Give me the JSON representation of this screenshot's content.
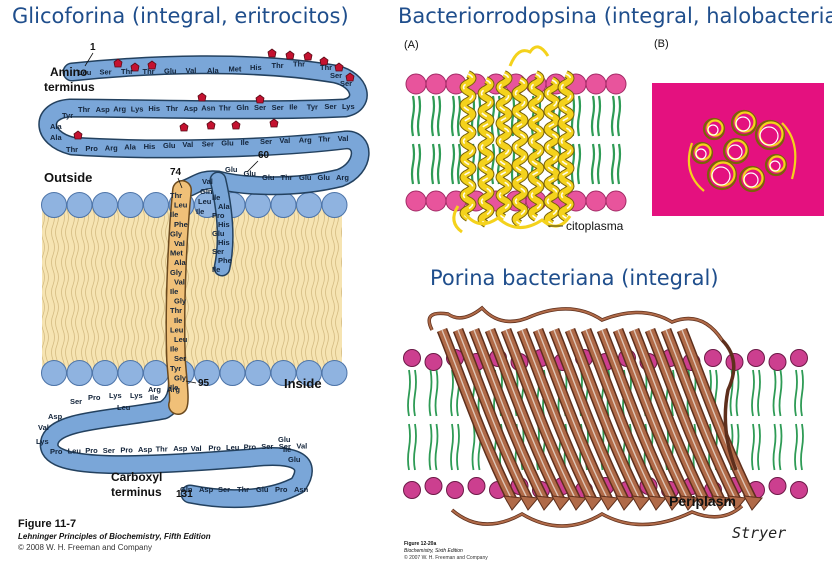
{
  "titles": {
    "glycophorin": "Glicoforina (integral, eritrocitos)",
    "bacteriorhodopsin": "Bacteriorrodopsina (integral, halobacteria)",
    "porin": "Porina bacteriana (integral)"
  },
  "glycophorin": {
    "labels": {
      "amino_terminus_1": "Amino",
      "amino_terminus_2": "terminus",
      "carboxyl_terminus_1": "Carboxyl",
      "carboxyl_terminus_2": "terminus",
      "outside": "Outside",
      "inside": "Inside"
    },
    "numbers": {
      "n1": "1",
      "n60": "60",
      "n74": "74",
      "n95": "95",
      "n131": "131"
    },
    "residues": {
      "r1": [
        "Leu",
        "Ser",
        "Thr",
        "Thr",
        "Glu",
        "Val",
        "Ala",
        "Met",
        "His",
        "Thr",
        "Thr",
        "Thr",
        "Ser",
        "Ser"
      ],
      "r2": [
        "Tyr",
        "Thr",
        "Asp",
        "Arg",
        "Lys",
        "His",
        "Thr",
        "Asp",
        "Asn",
        "Thr",
        "Gln",
        "Ser",
        "Ser",
        "Ile",
        "Tyr",
        "Ser",
        "Lys"
      ],
      "r3": [
        "Ala",
        "Ala",
        "Thr",
        "Pro",
        "Arg",
        "Ala",
        "His",
        "Glu",
        "Val",
        "Ser",
        "Glu",
        "Ile",
        "Ser",
        "Val",
        "Arg",
        "Thr",
        "Val"
      ],
      "r4": [
        "Arg",
        "Glu",
        "Glu",
        "Thr",
        "Glu",
        "Glu",
        "Glu",
        "Val",
        "Gln",
        "Leu",
        "Ile"
      ],
      "tm": [
        "Thr",
        "Leu",
        "Ile",
        "Phe",
        "Gly",
        "Val",
        "Met",
        "Ala",
        "Gly",
        "Val",
        "Ile",
        "Gly",
        "Thr",
        "Ile",
        "Leu",
        "Leu",
        "Ile",
        "Ser",
        "Tyr",
        "Gly",
        "Ile"
      ],
      "inner": [
        "Ile",
        "Ala",
        "Pro",
        "His",
        "Glu",
        "His",
        "Ser",
        "Phe",
        "Ile"
      ],
      "r5": [
        "Arg",
        "Arg",
        "Ile",
        "Leu",
        "Lys",
        "Lys",
        "Pro",
        "Ser"
      ],
      "r6": [
        "Asp",
        "Val",
        "Lys",
        "Pro",
        "Leu",
        "Pro",
        "Ser",
        "Pro",
        "Asp",
        "Thr",
        "Asp",
        "Val",
        "Pro",
        "Leu",
        "Pro",
        "Ser",
        "Ser",
        "Val",
        "Glu",
        "Ile",
        "Glu"
      ],
      "r7": [
        "Gln",
        "Asp",
        "Ser",
        "Thr",
        "Glu",
        "Pro",
        "Asn"
      ]
    },
    "caption": {
      "figure": "Figure 11-7",
      "book": "Lehninger Principles of Biochemistry, Fifth Edition",
      "copyright": "© 2008 W. H. Freeman and Company"
    }
  },
  "bacteriorhodopsin": {
    "panel_a": "(A)",
    "panel_b": "(B)",
    "citoplasma": "citoplasma"
  },
  "porin": {
    "periplasm": "Periplasm",
    "stryer": "Stryer",
    "caption": {
      "figure": "Figure 12-20a",
      "book": "Biochemistry, Sixth Edition",
      "copyright": "© 2007 W. H. Freeman and Company"
    }
  },
  "colors": {
    "title_blue": "#1f4e8c",
    "membrane_blue": "#8fb3e0",
    "lipid_tail": "#f6e4b2",
    "protein_tube": "#7aa6d8",
    "helix_yellow": "#f4d21c",
    "head_pink": "#e8549c",
    "panel_magenta": "#e4117f",
    "sheet_brown": "#b06a48",
    "lipid_green": "#2e9b55"
  }
}
